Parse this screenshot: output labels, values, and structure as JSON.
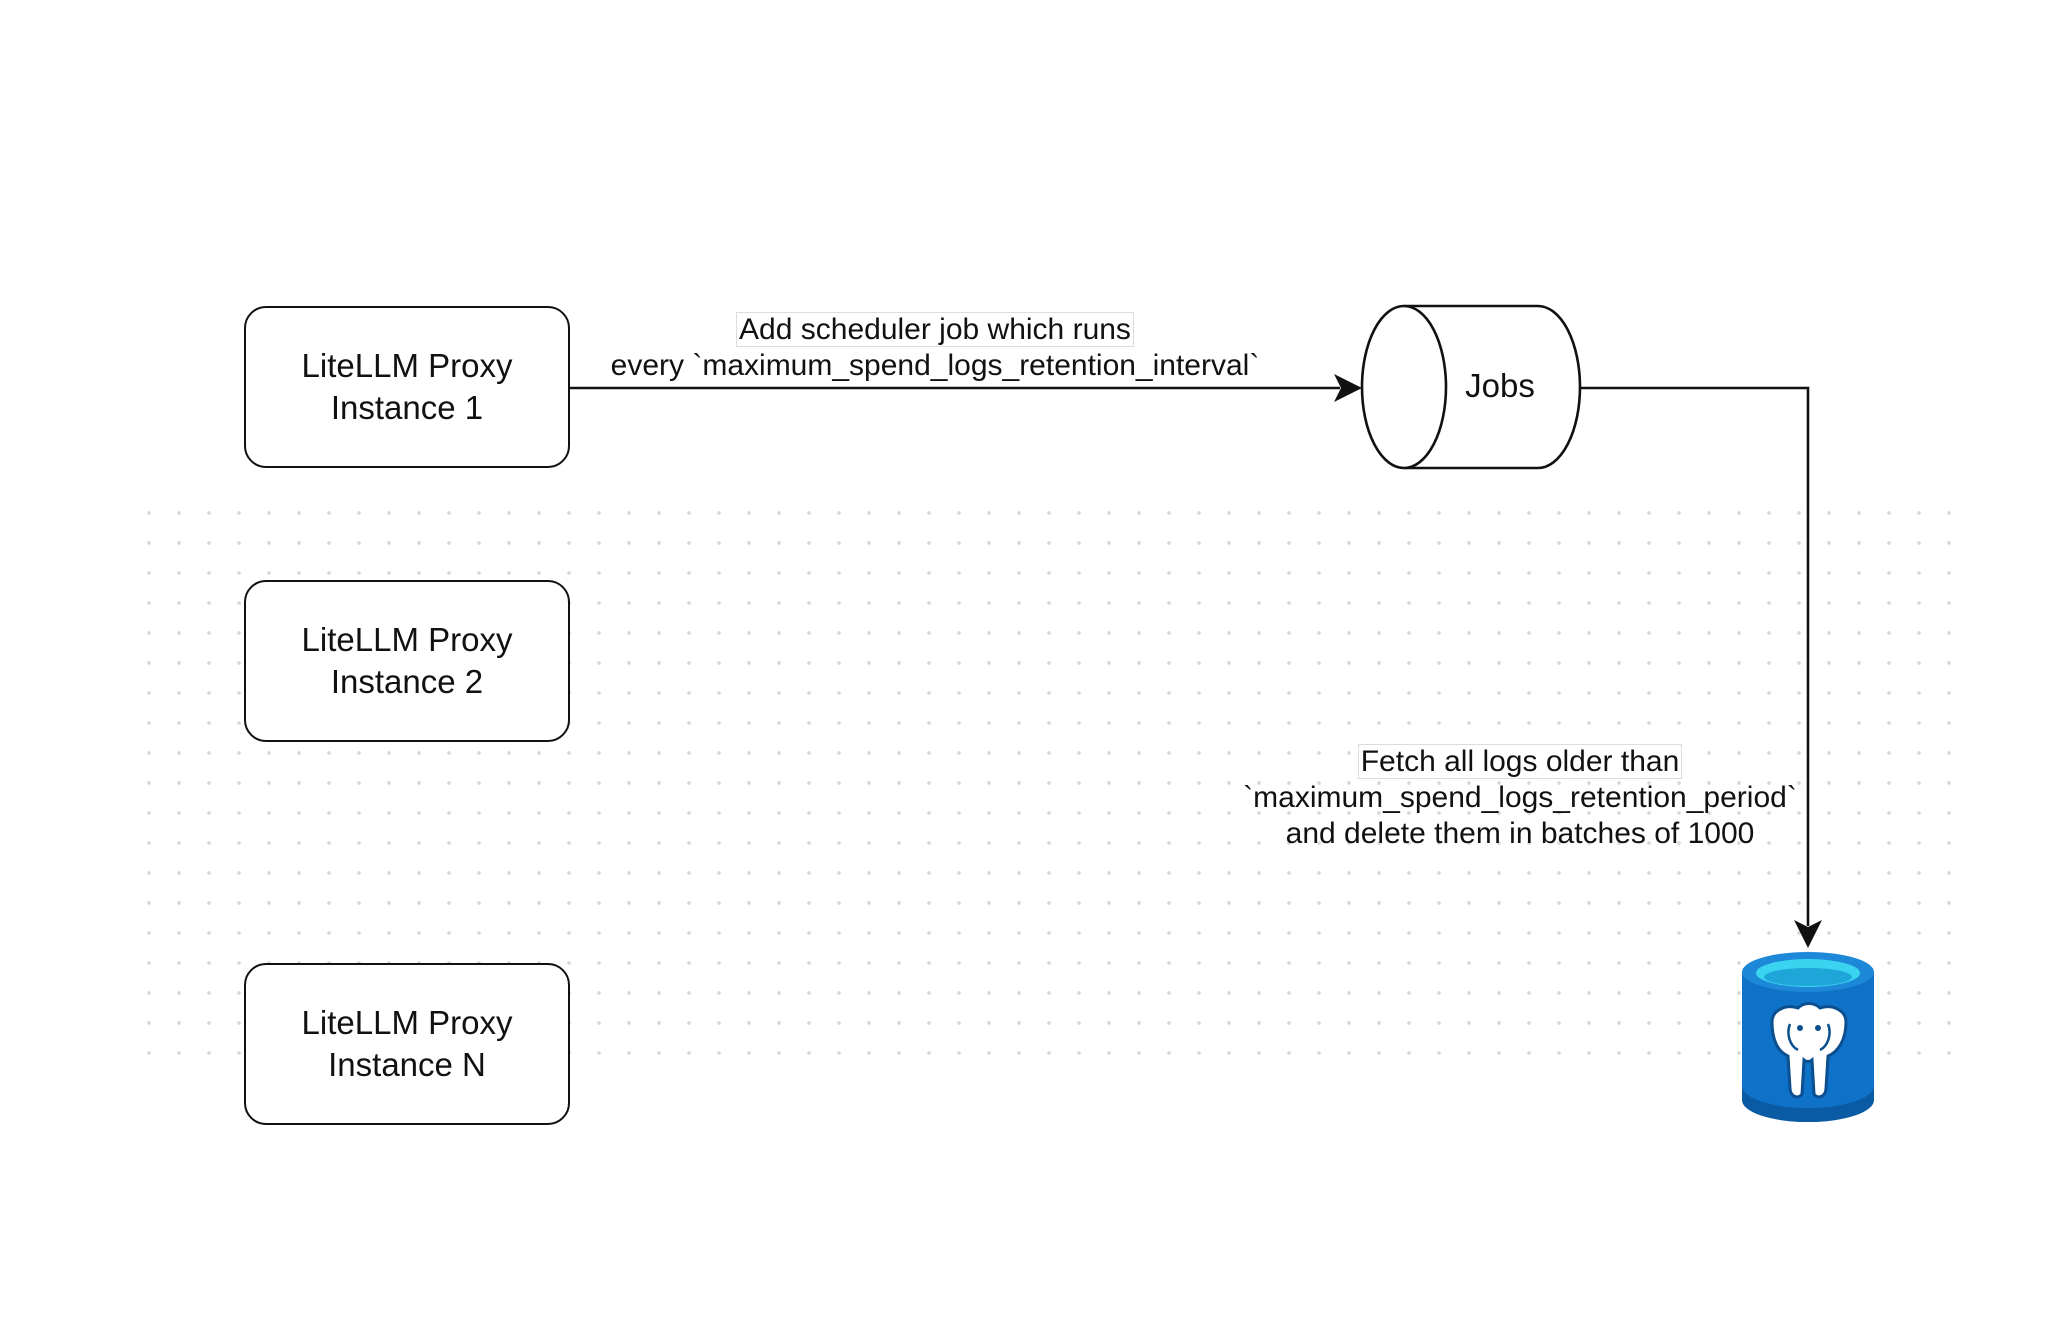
{
  "proxies": [
    {
      "line1": "LiteLLM Proxy",
      "line2": "Instance 1"
    },
    {
      "line1": "LiteLLM Proxy",
      "line2": "Instance 2"
    },
    {
      "line1": "LiteLLM Proxy",
      "line2": "Instance N"
    }
  ],
  "jobs": {
    "label": "Jobs"
  },
  "edges": {
    "schedule": {
      "line1": "Add scheduler job which runs",
      "line2": "every `maximum_spend_logs_retention_interval`"
    },
    "fetch": {
      "line1": "Fetch all logs older than",
      "line2": "`maximum_spend_logs_retention_period`",
      "line3": "and delete them in batches of 1000"
    }
  },
  "icons": {
    "database": "postgresql-database-icon"
  },
  "colors": {
    "stroke": "#111111",
    "db_blue": "#0e72c8",
    "db_blue_dark": "#0a5ba3",
    "db_top": "#3ad3f0"
  }
}
